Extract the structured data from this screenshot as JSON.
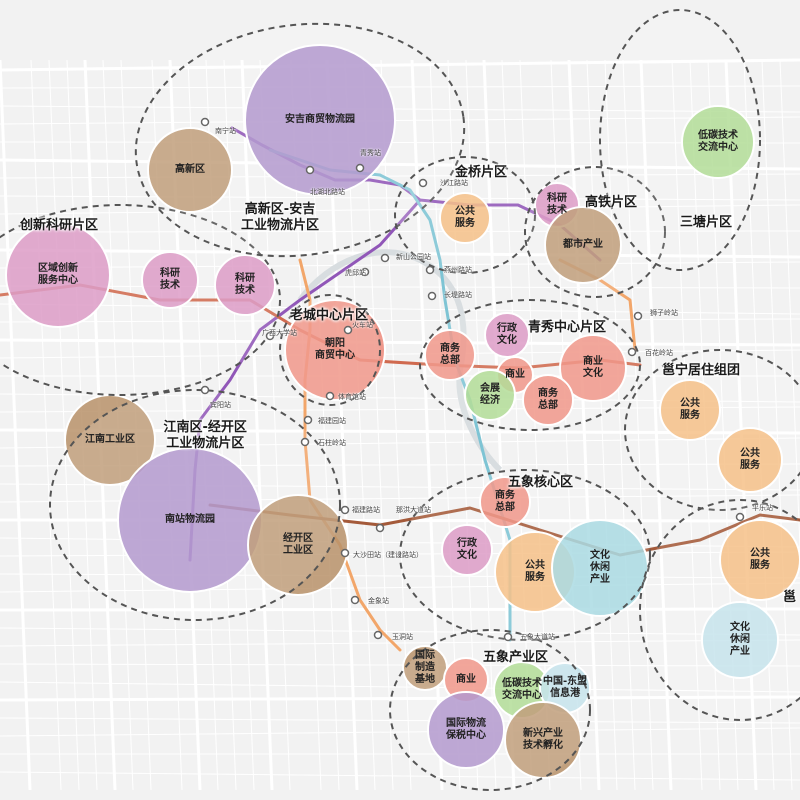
{
  "colors": {
    "purple": "#a98cc8",
    "brown": "#b8926a",
    "pink": "#d88fc0",
    "salmon": "#ee8a7a",
    "orange": "#f5b878",
    "green": "#a8d88a",
    "cyan": "#9fd6df",
    "lightblue": "#bfe0ea",
    "line_purple": "#9157b8",
    "line_orange": "#f2a66a",
    "line_blue": "#7ec4d4",
    "line_red": "#d06a4f",
    "line_brown": "#a45a3a"
  },
  "districts": [
    {
      "label": "创新科研片区"
    },
    {
      "label": "高新区-安吉\n工业物流片区"
    },
    {
      "label": "金桥片区"
    },
    {
      "label": "高铁片区"
    },
    {
      "label": "三塘片区"
    },
    {
      "label": "老城中心片区"
    },
    {
      "label": "青秀中心片区"
    },
    {
      "label": "邕宁居住组团"
    },
    {
      "label": "江南区-经开区\n工业物流片区"
    },
    {
      "label": "五象核心区"
    },
    {
      "label": "五象产业区"
    },
    {
      "label": "邕"
    }
  ],
  "zones": [
    {
      "label": "区域创新\n服务中心",
      "color": "pink"
    },
    {
      "label": "科研\n技术",
      "color": "pink"
    },
    {
      "label": "科研\n技术",
      "color": "pink"
    },
    {
      "label": "安吉商贸物流园",
      "color": "purple"
    },
    {
      "label": "高新区",
      "color": "brown"
    },
    {
      "label": "公共\n服务",
      "color": "orange"
    },
    {
      "label": "科研\n技术",
      "color": "pink"
    },
    {
      "label": "都市产业",
      "color": "brown"
    },
    {
      "label": "低碳技术\n交流中心",
      "color": "green"
    },
    {
      "label": "朝阳\n商贸中心",
      "color": "salmon"
    },
    {
      "label": "行政\n文化",
      "color": "pink"
    },
    {
      "label": "商务\n总部",
      "color": "salmon"
    },
    {
      "label": "商业",
      "color": "salmon"
    },
    {
      "label": "商业\n文化",
      "color": "salmon"
    },
    {
      "label": "会展\n经济",
      "color": "green"
    },
    {
      "label": "商务\n总部",
      "color": "salmon"
    },
    {
      "label": "公共\n服务",
      "color": "orange"
    },
    {
      "label": "公共\n服务",
      "color": "orange"
    },
    {
      "label": "江南工业区",
      "color": "brown"
    },
    {
      "label": "南站物流园",
      "color": "purple"
    },
    {
      "label": "经开区\n工业区",
      "color": "brown"
    },
    {
      "label": "商务\n总部",
      "color": "salmon"
    },
    {
      "label": "行政\n文化",
      "color": "pink"
    },
    {
      "label": "公共\n服务",
      "color": "orange"
    },
    {
      "label": "文化\n休闲\n产业",
      "color": "cyan"
    },
    {
      "label": "公共\n服务",
      "color": "orange"
    },
    {
      "label": "文化\n休闲\n产业",
      "color": "lightblue"
    },
    {
      "label": "国际\n制造\n基地",
      "color": "brown"
    },
    {
      "label": "商业",
      "color": "salmon"
    },
    {
      "label": "低碳技术\n交流中心",
      "color": "green"
    },
    {
      "label": "中国-东盟\n信息港",
      "color": "lightblue"
    },
    {
      "label": "国际物流\n保税中心",
      "color": "purple"
    },
    {
      "label": "新兴产业\n技术孵化",
      "color": "brown"
    }
  ],
  "stations": [
    {
      "name": "青秀站"
    },
    {
      "name": "北湖北路站"
    },
    {
      "name": "沙江路站"
    },
    {
      "name": "燕州路站"
    },
    {
      "name": "长堤路站"
    },
    {
      "name": "虎邱站"
    },
    {
      "name": "新山公园站"
    },
    {
      "name": "火车站"
    },
    {
      "name": "广西大学站"
    },
    {
      "name": "体育馆站"
    },
    {
      "name": "福建园站"
    },
    {
      "name": "石柱岭站"
    },
    {
      "name": "狮子岭站"
    },
    {
      "name": "百花岭站"
    },
    {
      "name": "那洪大道站"
    },
    {
      "name": "福建路站"
    },
    {
      "name": "大沙田站（建设路站）"
    },
    {
      "name": "金象站"
    },
    {
      "name": "玉洞站"
    },
    {
      "name": "五象大道站"
    },
    {
      "name": "平乐站"
    },
    {
      "name": "宾阳站"
    },
    {
      "name": "南宁站"
    }
  ]
}
